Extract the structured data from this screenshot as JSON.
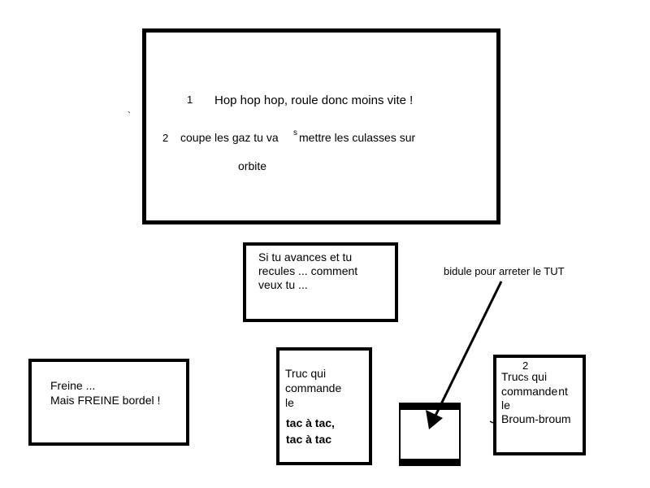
{
  "colors": {
    "ink": "#000000",
    "paper": "#ffffff"
  },
  "box_main": {
    "n1": "1",
    "line1": "Hop hop hop, roule donc moins vite !",
    "n2": "2",
    "line2a": "coupe les gaz tu va",
    "line2s": "s",
    "line2b": "mettre les culasses sur",
    "line3": "orbite"
  },
  "box_center": {
    "lines": [
      "Si tu avances et tu",
      "recules ... comment",
      "veux tu ..."
    ]
  },
  "box_left": {
    "lines": [
      "Freine ...",
      "Mais FREINE bordel !"
    ]
  },
  "box_tac": {
    "lines": [
      "Truc qui",
      "commande",
      "le"
    ],
    "bold_lines": [
      "tac à tac,",
      "tac à tac"
    ]
  },
  "box_broum": {
    "n": "2",
    "line1a": "Truc",
    "line1s": "s",
    "line1b": " qui",
    "line2a": "commande",
    "line2s": "nt",
    "line3": "le",
    "line4": "Broum-broum"
  },
  "callout": {
    "label": "bidule pour arreter le TUT"
  }
}
